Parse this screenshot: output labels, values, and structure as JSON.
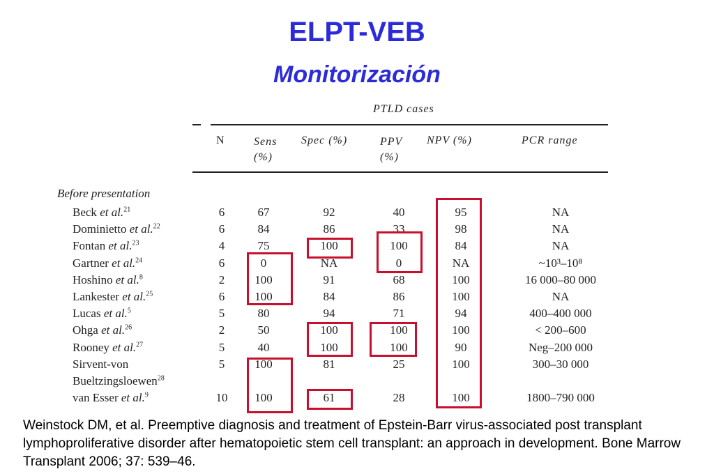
{
  "title": "ELPT-VEB",
  "subtitle": "Monitorización",
  "table": {
    "group_header": "PTLD cases",
    "columns": [
      "N",
      "Sens (%)",
      "Spec (%)",
      "PPV (%)",
      "NPV (%)",
      "PCR range"
    ],
    "section_label": "Before presentation",
    "rows": [
      {
        "name": "Beck",
        "etal": "et al.",
        "ref": "21",
        "n": "6",
        "sens": "67",
        "spec": "92",
        "ppv": "40",
        "npv": "95",
        "pcr": "NA"
      },
      {
        "name": "Dominietto",
        "etal": "et al.",
        "ref": "22",
        "n": "6",
        "sens": "84",
        "spec": "86",
        "ppv": "33",
        "npv": "98",
        "pcr": "NA"
      },
      {
        "name": "Fontan",
        "etal": "et al.",
        "ref": "23",
        "n": "4",
        "sens": "75",
        "spec": "100",
        "ppv": "100",
        "npv": "84",
        "pcr": "NA"
      },
      {
        "name": "Gartner",
        "etal": "et al.",
        "ref": "24",
        "n": "6",
        "sens": "0",
        "spec": "NA",
        "ppv": "0",
        "npv": "NA",
        "pcr": "~10³–10⁸"
      },
      {
        "name": "Hoshino",
        "etal": "et al.",
        "ref": "8",
        "n": "2",
        "sens": "100",
        "spec": "91",
        "ppv": "68",
        "npv": "100",
        "pcr": "16 000–80 000"
      },
      {
        "name": "Lankester",
        "etal": "et al.",
        "ref": "25",
        "n": "6",
        "sens": "100",
        "spec": "84",
        "ppv": "86",
        "npv": "100",
        "pcr": "NA"
      },
      {
        "name": "Lucas",
        "etal": "et al.",
        "ref": "5",
        "n": "5",
        "sens": "80",
        "spec": "94",
        "ppv": "71",
        "npv": "94",
        "pcr": "400–400 000"
      },
      {
        "name": "Ohga",
        "etal": "et al.",
        "ref": "26",
        "n": "2",
        "sens": "50",
        "spec": "100",
        "ppv": "100",
        "npv": "100",
        "pcr": "< 200–600"
      },
      {
        "name": "Rooney",
        "etal": "et al.",
        "ref": "27",
        "n": "5",
        "sens": "40",
        "spec": "100",
        "ppv": "100",
        "npv": "90",
        "pcr": "Neg–200 000"
      },
      {
        "name": "Sirvent-von",
        "etal": "",
        "ref": "",
        "n": "5",
        "sens": "100",
        "spec": "81",
        "ppv": "25",
        "npv": "100",
        "pcr": "300–30 000"
      },
      {
        "name": "Bueltzingsloewen",
        "etal": "",
        "ref": "28",
        "n": "",
        "sens": "",
        "spec": "",
        "ppv": "",
        "npv": "",
        "pcr": ""
      },
      {
        "name": "van Esser",
        "etal": "et al.",
        "ref": "9",
        "n": "10",
        "sens": "100",
        "spec": "61",
        "ppv": "28",
        "npv": "100",
        "pcr": "1800–790 000"
      }
    ]
  },
  "citation": "Weinstock DM, et al. Preemptive diagnosis and treatment of Epstein-Barr virus-associated post transplant lymphoproliferative disorder after hematopoietic stem cell transplant: an approach in development. Bone Marrow Transplant 2006; 37: 539–46."
}
